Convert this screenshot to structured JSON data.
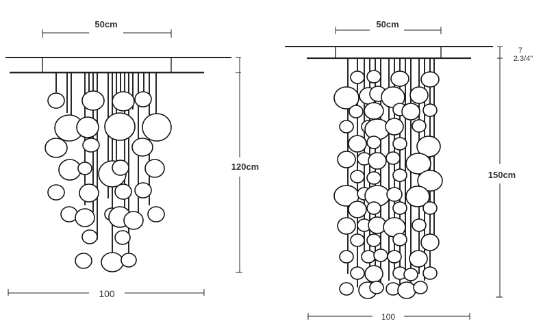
{
  "left": {
    "width_top": "50cm",
    "height": "120cm",
    "width_bottom": "100"
  },
  "right": {
    "width_top": "50cm",
    "canopy_top": "7",
    "canopy_bottom": "2.3/4\"",
    "height": "150cm",
    "width_bottom": "100"
  }
}
